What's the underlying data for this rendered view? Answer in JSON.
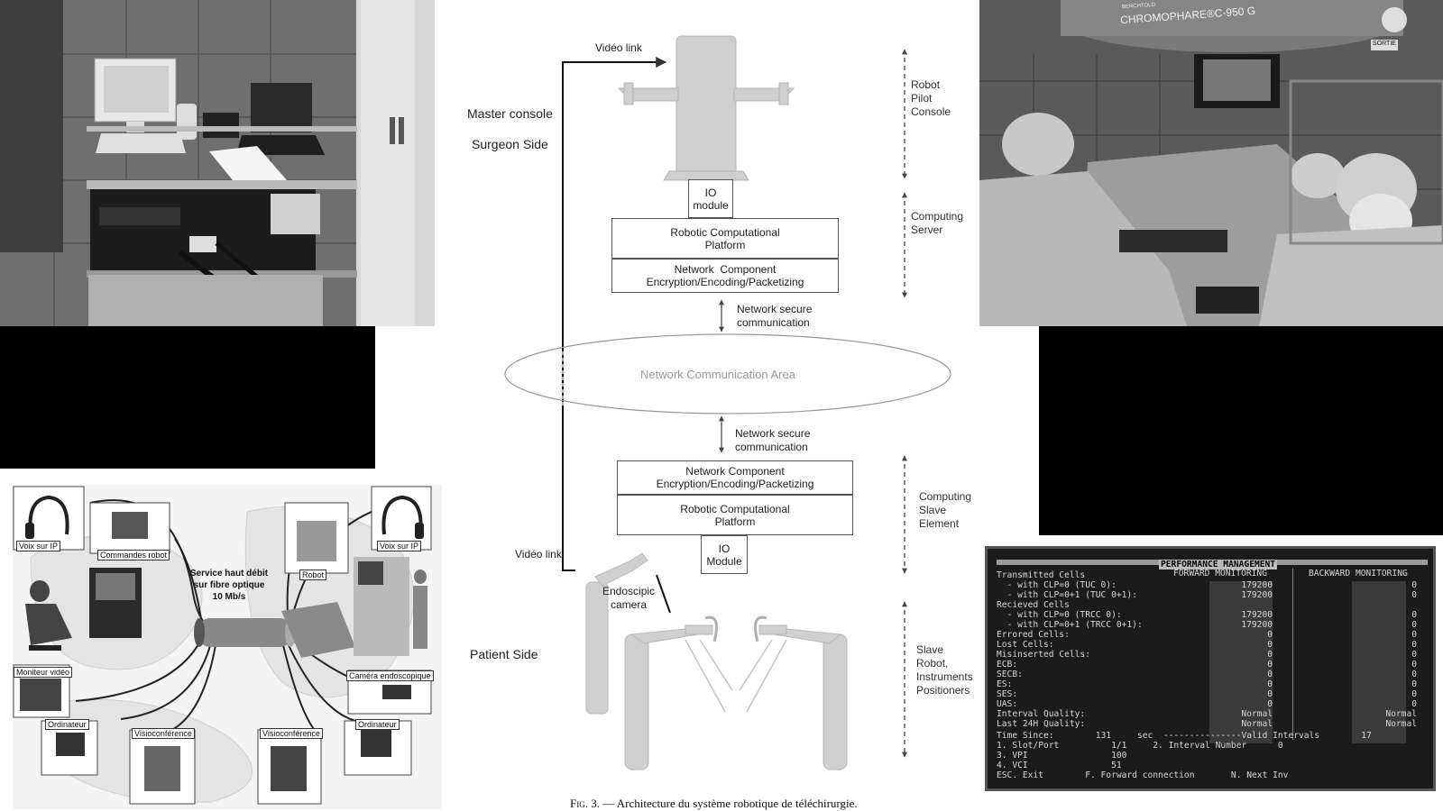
{
  "diagram": {
    "video_link_top": "Vidéo link",
    "video_link_bottom": "Vidéo link",
    "master_console": "Master console",
    "surgeon_side": "Surgeon Side",
    "patient_side": "Patient Side",
    "robot_pilot_console": "Robot\nPilot\nConsole",
    "computing_server": "Computing\nServer",
    "computing_slave_element": "Computing\nSlave\nElement",
    "slave_robot": "Slave\nRobot,\nInstruments\nPositioners",
    "io_module_top": "IO\nmodule",
    "rcp_top": "Robotic Computational\nPlatform",
    "net_comp_top": "Network  Component\nEncryption/Encoding/Packetizing",
    "net_secure_top": "Network secure\ncommunication",
    "network_area": "Network Communication Area",
    "net_secure_bottom": "Network secure\ncommunication",
    "net_comp_bottom": "Network Component\nEncryption/Encoding/Packetizing",
    "rcp_bottom": "Robotic Computational\nPlatform",
    "io_module_bottom": "IO\nModule",
    "endoscopic_camera": "Endoscipic\ncamera",
    "caption_fig": "Fig. 3.",
    "caption_text": " — Architecture du système robotique de téléchirurgie."
  },
  "setup_illustration": {
    "voix_ip_left": "Voix sur IP",
    "commandes_robot": "Commandes robot",
    "service": "Service haut débit\nsur fibre optique\n10 Mb/s",
    "robot": "Robot",
    "voix_ip_right": "Voix sur IP",
    "moniteur_video": "Moniteur vidéo",
    "camera_endoscopique": "Caméra endoscopique",
    "ordinateur_left": "Ordinateur",
    "visio_left": "Visioconférence",
    "visio_right": "Visioconférence",
    "ordinateur_right": "Ordinateur"
  },
  "or_photo": {
    "lamp_brand": "BERCHTOLD",
    "lamp_model": "CHROMOPHARE®C-950 G",
    "sign": "SORTIE"
  },
  "terminal": {
    "title": "PERFORMANCE MANAGEMENT",
    "forward": "FORWARD MONITORING",
    "backward": "BACKWARD MONITORING",
    "rows": [
      {
        "label": "Transmitted Cells",
        "fwd": "",
        "bwd": ""
      },
      {
        "label": "  - with CLP=0 (TUC 0):",
        "fwd": "179200",
        "bwd": "0"
      },
      {
        "label": "  - with CLP=0+1 (TUC 0+1):",
        "fwd": "179200",
        "bwd": "0"
      },
      {
        "label": "Recieved Cells",
        "fwd": "",
        "bwd": ""
      },
      {
        "label": "  - with CLP=0 (TRCC 0):",
        "fwd": "179200",
        "bwd": "0"
      },
      {
        "label": "  - with CLP=0+1 (TRCC 0+1):",
        "fwd": "179200",
        "bwd": "0"
      },
      {
        "label": "Errored Cells:",
        "fwd": "0",
        "bwd": "0"
      },
      {
        "label": "Lost Cells:",
        "fwd": "0",
        "bwd": "0"
      },
      {
        "label": "Misinserted Cells:",
        "fwd": "0",
        "bwd": "0"
      },
      {
        "label": "ECB:",
        "fwd": "0",
        "bwd": "0"
      },
      {
        "label": "SECB:",
        "fwd": "0",
        "bwd": "0"
      },
      {
        "label": "ES:",
        "fwd": "0",
        "bwd": "0"
      },
      {
        "label": "SES:",
        "fwd": "0",
        "bwd": "0"
      },
      {
        "label": "UAS:",
        "fwd": "0",
        "bwd": "0"
      },
      {
        "label": "Interval Quality:",
        "fwd": "Normal",
        "bwd": "Normal"
      },
      {
        "label": "Last 24H Quality:",
        "fwd": "Normal",
        "bwd": "Normal"
      }
    ],
    "time_since": "Time Since:        131     sec  ---------------Valid Intervals        17",
    "slot_port": "1. Slot/Port          1/1     2. Interval Number      0",
    "vpi": "3. VPI                100",
    "vci": "4. VCI                51",
    "footer": "ESC. Exit        F. Forward connection       N. Next Inv"
  }
}
